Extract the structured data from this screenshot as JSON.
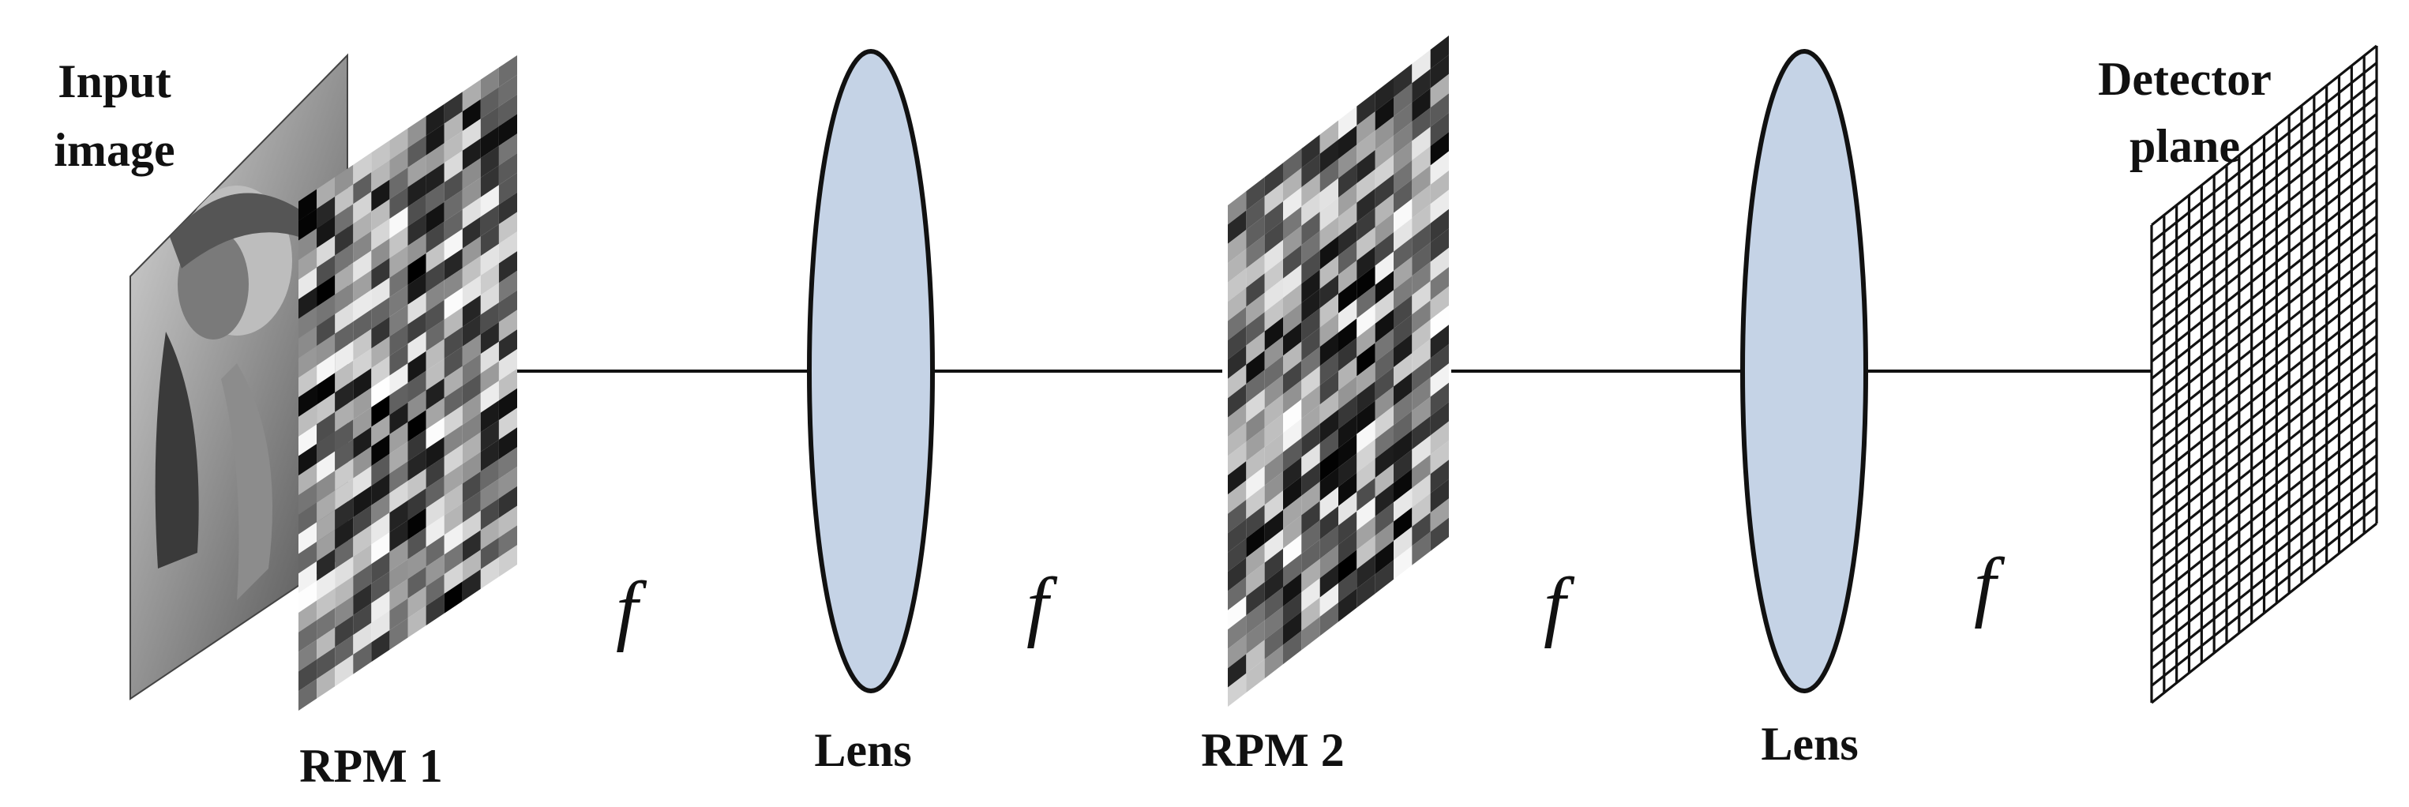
{
  "labels": {
    "input_image": [
      "Input",
      "image"
    ],
    "rpm1": "RPM 1",
    "lens1": "Lens",
    "rpm2": "RPM 2",
    "lens2": "Lens",
    "detector_plane": [
      "Detector",
      "plane"
    ],
    "focal": "f"
  },
  "colors": {
    "lens_fill": "#c5d3e6",
    "line": "#111111",
    "background": "#ffffff"
  },
  "components": {
    "input_image": "grayscale photograph (portrait) on tilted plane",
    "rpm1": "random phase mask, grayscale pixel mosaic",
    "rpm2": "random phase mask, grayscale pixel mosaic",
    "detector": "rectangular pixel grid"
  }
}
